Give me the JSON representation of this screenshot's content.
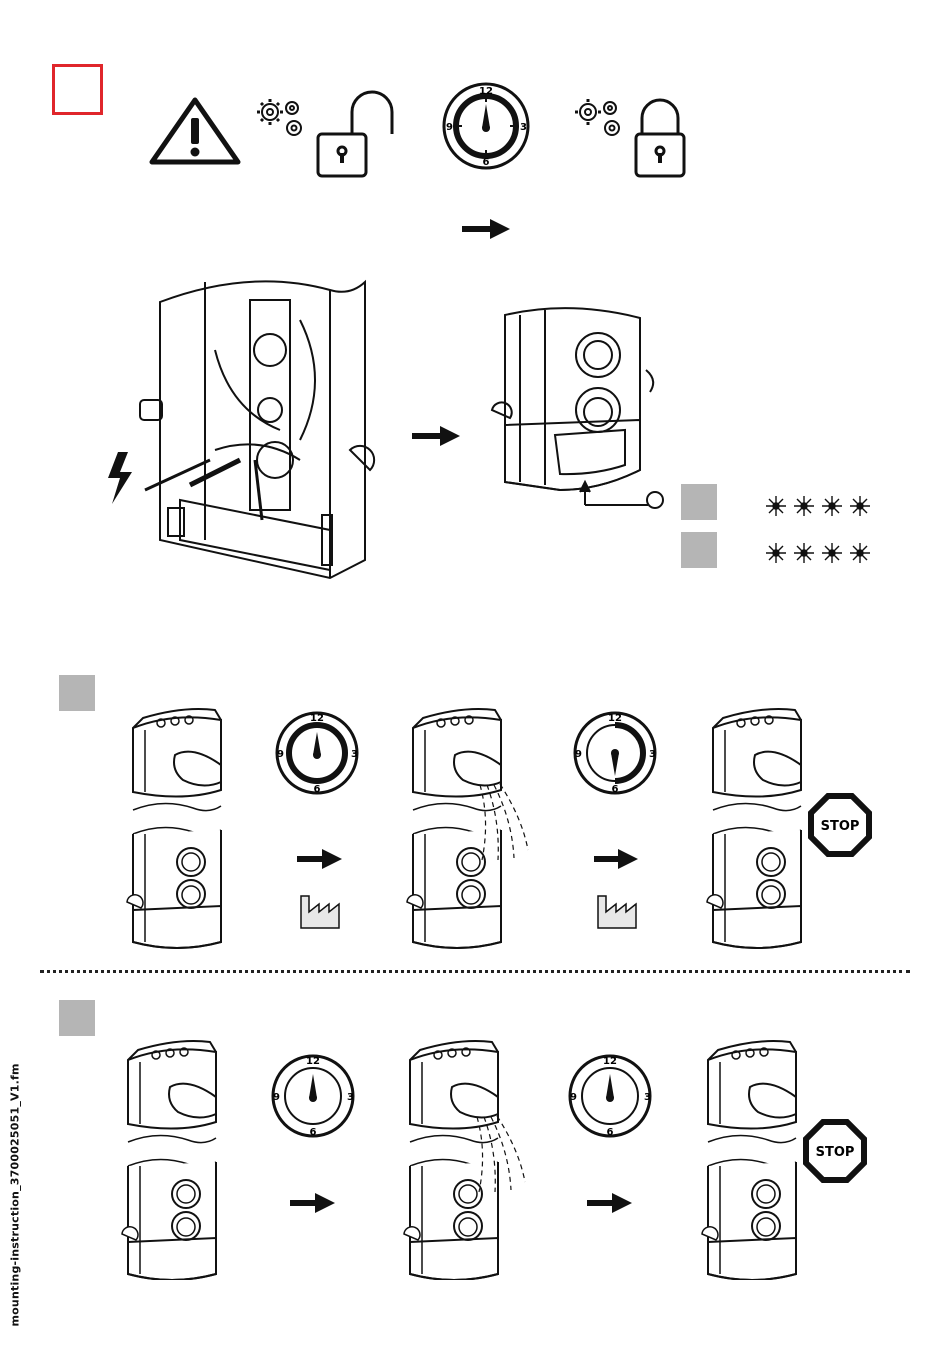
{
  "footer": {
    "file_label": "mounting-instruction_3700025051_V1.fm"
  },
  "dials": [
    {
      "top": "12",
      "right": "3",
      "bottom": "6",
      "left": "9"
    }
  ],
  "stop_signs": {
    "label": "STOP"
  },
  "icons": {
    "warning": "warning-triangle-icon",
    "settings": "gears-icon",
    "unlocked": "padlock-open-icon",
    "locked": "padlock-closed-icon",
    "arrow": "arrow-right-icon",
    "lightning": "lightning-icon",
    "factory": "factory-icon",
    "led": "led-blink-icon",
    "stop": "stop-sign-icon"
  },
  "colors": {
    "section_marker": "#b5b5b5",
    "step_frame": "#e0262b",
    "ink": "#111111"
  }
}
